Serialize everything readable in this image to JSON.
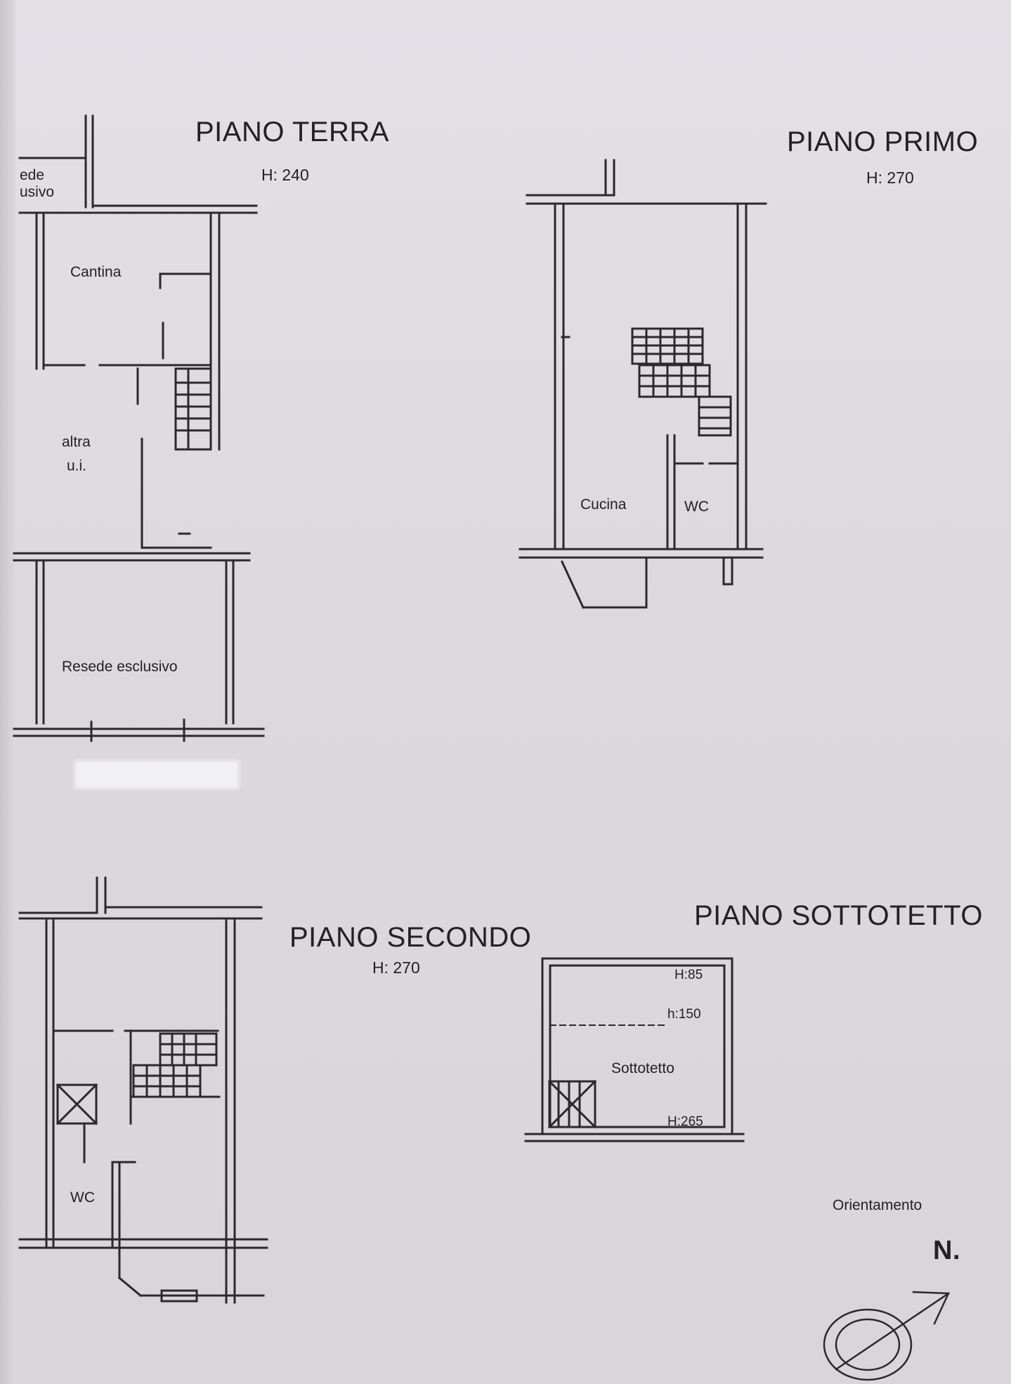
{
  "floors": {
    "terra": {
      "title": "PIANO TERRA",
      "height": "H: 240",
      "rooms": {
        "resede_partial_1": "ede",
        "resede_partial_2": "usivo",
        "cantina": "Cantina",
        "altra_1": "altra",
        "altra_2": "u.i.",
        "resede": "Resede esclusivo"
      }
    },
    "primo": {
      "title": "PIANO PRIMO",
      "height": "H: 270",
      "rooms": {
        "cucina": "Cucina",
        "wc": "WC"
      }
    },
    "secondo": {
      "title": "PIANO SECONDO",
      "height": "H: 270",
      "rooms": {
        "wc": "WC"
      }
    },
    "sottotetto": {
      "title": "PIANO SOTTOTETTO",
      "rooms": {
        "sottotetto": "Sottotetto"
      },
      "heights": {
        "top": "H:85",
        "middle": "h:150",
        "bottom": "H:265"
      }
    }
  },
  "orientation": {
    "label": "Orientamento",
    "north": "N."
  },
  "colors": {
    "ink": "#2a2a2a",
    "paper": "#e0dee3"
  }
}
